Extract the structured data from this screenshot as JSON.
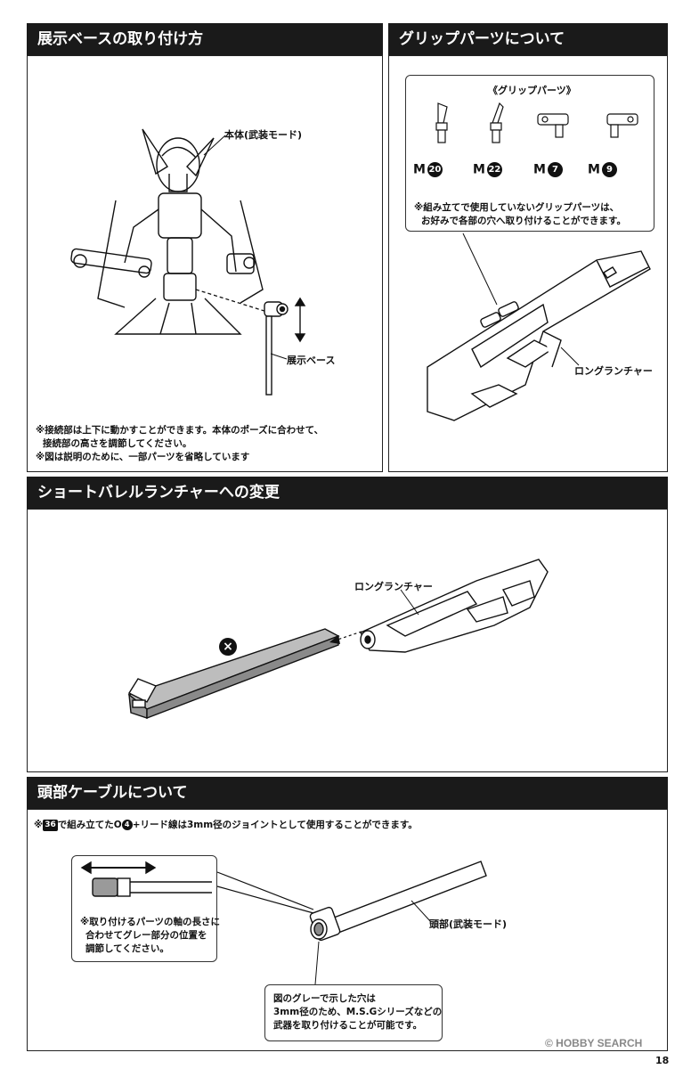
{
  "sections": {
    "display_base": {
      "title": "展示ベースの取り付け方",
      "label_body": "本体(武装モード)",
      "label_base": "展示ベース",
      "notes": [
        "※接続部は上下に動かすことができます。本体のポーズに合わせて、",
        "接続部の高さを調節してください。",
        "※図は説明のために、一部パーツを省略しています"
      ]
    },
    "grip_parts": {
      "title": "グリップパーツについて",
      "callout_title": "《グリップパーツ》",
      "parts": [
        {
          "prefix": "M",
          "number": "20"
        },
        {
          "prefix": "M",
          "number": "22"
        },
        {
          "prefix": "M",
          "number": "7"
        },
        {
          "prefix": "M",
          "number": "9"
        }
      ],
      "callout_note_1": "※組み立てで使用していないグリップパーツは、",
      "callout_note_2": "お好みで各部の穴へ取り付けることができます。",
      "label_launcher": "ロングランチャー"
    },
    "short_barrel": {
      "title": "ショートバレルランチャーへの変更",
      "label_launcher": "ロングランチャー",
      "remove_mark": "×"
    },
    "head_cable": {
      "title": "頭部ケーブルについて",
      "note_prefix": "※",
      "note_step": "36",
      "note_mid": "で組み立てたO",
      "note_part": "4",
      "note_rest": "+リード線は3mm径のジョイントとして使用することができます。",
      "callout_left_1": "※取り付けるパーツの軸の長さに",
      "callout_left_2": "合わせてグレー部分の位置を",
      "callout_left_3": "調節してください。",
      "label_head": "頭部(武装モード)",
      "callout_bottom_1": "図のグレーで示した穴は",
      "callout_bottom_2": "3mm径のため、M.S.Gシリーズなどの",
      "callout_bottom_3": "武器を取り付けることが可能です。"
    }
  },
  "footer": {
    "watermark": "© HOBBY SEARCH",
    "page_number": "18"
  }
}
